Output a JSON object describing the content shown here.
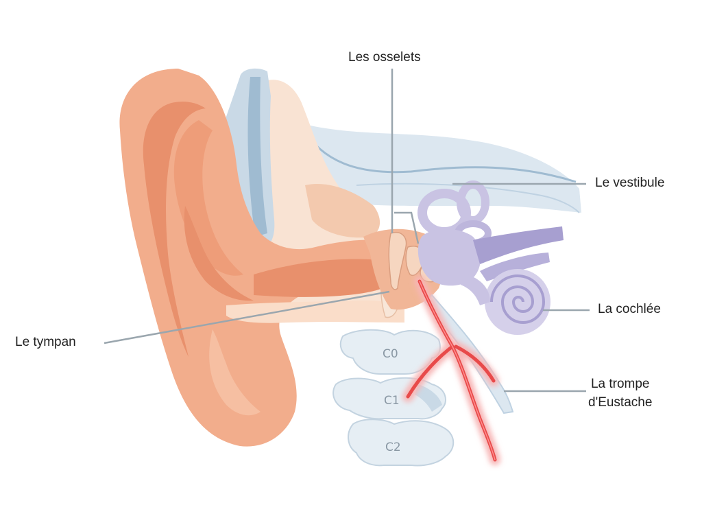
{
  "labels": {
    "osselets": "Les osselets",
    "vestibule": "Le vestibule",
    "cochlee": "La cochlée",
    "tympan": "Le tympan",
    "trompe_line1": "La trompe",
    "trompe_line2": "d'Eustache"
  },
  "vertebrae": [
    "C0",
    "C1",
    "C2"
  ],
  "colors": {
    "skin": "#F2AD8C",
    "skin_dark": "#E8906C",
    "skin_light": "#FADDC9",
    "bone_blue": "#C9D9E6",
    "bone_blue_dark": "#9FBBD1",
    "cartilage": "#F6CFB3",
    "inner_ear": "#C9C3E3",
    "inner_ear_dark": "#A79FD0",
    "vessel": "#E84A4A",
    "vessel_glow": "#F7B5B5",
    "leader": "#9AA6AE",
    "text": "#222222"
  }
}
